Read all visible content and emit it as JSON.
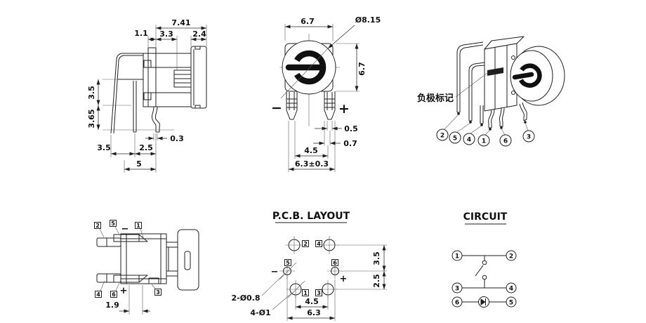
{
  "meta": {
    "background": "#ffffff",
    "ink": "#1f1f1f",
    "drawing_type": "illuminated-tact-switch-datasheet"
  },
  "views": {
    "side_view": {
      "d741": "7.41",
      "d11": "1.1",
      "d33": "3.3",
      "d24": "2.4",
      "d35_left": "3.5",
      "d365": "3.65",
      "d03": "0.3",
      "d35_bottom": "3.5",
      "d25": "2.5",
      "d5": "5"
    },
    "top_view": {
      "d67_width": "6.7",
      "dia": "Ø8.15",
      "d67_height": "6.7",
      "minus": "−",
      "plus": "+",
      "d05": "0.5",
      "d07": "0.7",
      "d45": "4.5",
      "d63": "6.3±0.3"
    },
    "perspective_view": {
      "negative_mark_label": "负极标记",
      "p2": "2",
      "p5": "5",
      "p4": "4",
      "p1": "1",
      "p6": "6",
      "p3": "3"
    },
    "bottom_view": {
      "p2": "2",
      "p5": "5",
      "p1": "1",
      "p4": "4",
      "p6": "6",
      "p3": "3",
      "minus": "−",
      "plus": "+",
      "d19": "1.9"
    },
    "pcb_layout": {
      "title": "P.C.B. LAYOUT",
      "p2": "2",
      "p4": "4",
      "p5": "5",
      "p6": "6",
      "p1": "1",
      "p3": "3",
      "minus": "−",
      "plus": "+",
      "d35": "3.5",
      "d25": "2.5",
      "d45": "4.5",
      "d63": "6.3",
      "note_led_holes": "2-Ø0.8",
      "note_switch_holes": "4-Ø1"
    },
    "circuit": {
      "title": "CIRCUIT",
      "p1": "1",
      "p2": "2",
      "p3": "3",
      "p4": "4",
      "p6": "6",
      "p5": "5"
    }
  }
}
